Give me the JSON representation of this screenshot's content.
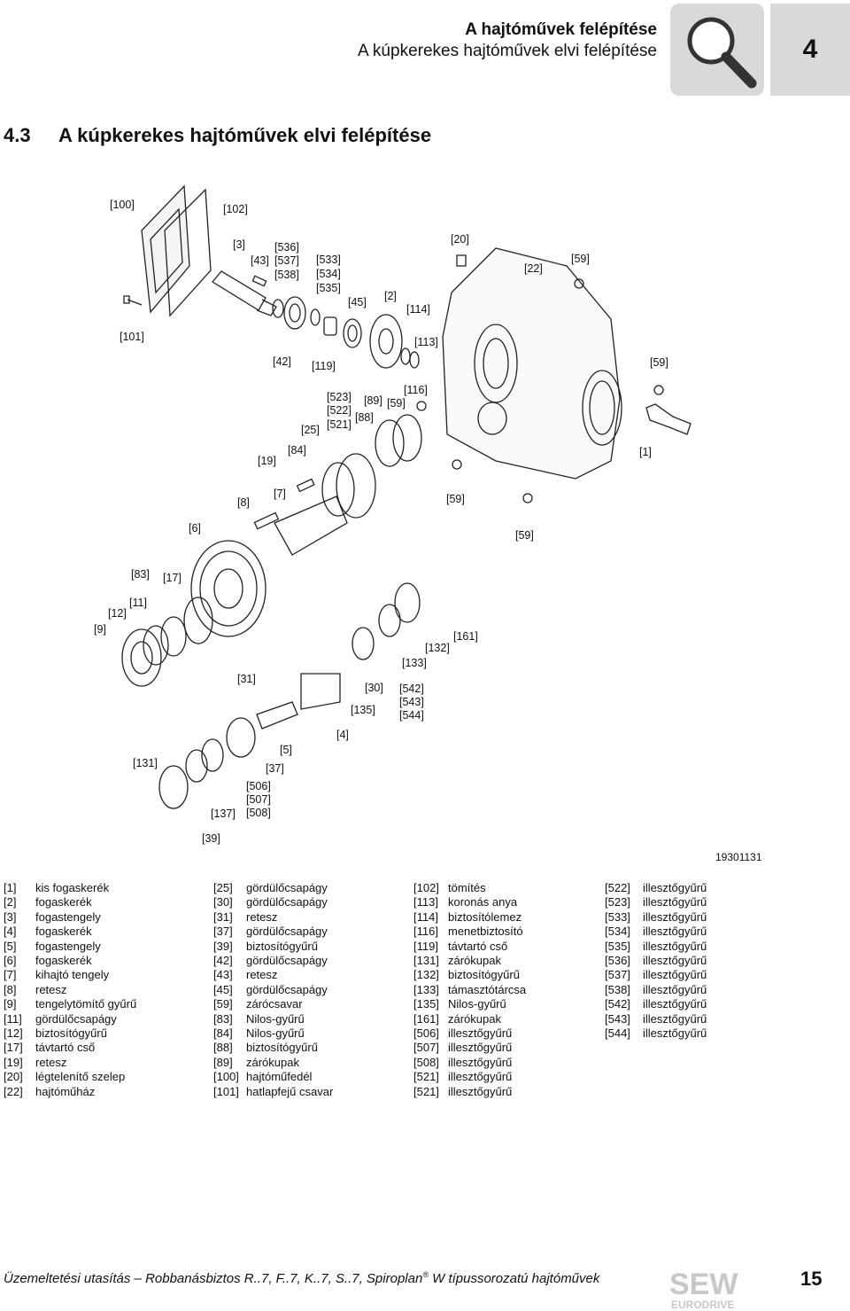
{
  "header": {
    "title": "A hajtóművek felépítése",
    "subtitle": "A kúpkerekes hajtóművek elvi felépítése",
    "chapter": "4"
  },
  "section": {
    "number": "4.3",
    "title": "A kúpkerekes hajtóművek elvi felépítése"
  },
  "figure": {
    "id": "19301131",
    "labels": [
      "[100]",
      "[102]",
      "[3]",
      "[536]",
      "[43]",
      "[537]",
      "[538]",
      "[533]",
      "[534]",
      "[535]",
      "[45]",
      "[2]",
      "[114]",
      "[20]",
      "[22]",
      "[59]",
      "[101]",
      "[42]",
      "[119]",
      "[113]",
      "[59]",
      "[523]",
      "[89]",
      "[59]",
      "[116]",
      "[522]",
      "[88]",
      "[521]",
      "[25]",
      "[84]",
      "[19]",
      "[1]",
      "[7]",
      "[8]",
      "[59]",
      "[6]",
      "[59]",
      "[83]",
      "[17]",
      "[11]",
      "[12]",
      "[9]",
      "[161]",
      "[132]",
      "[133]",
      "[31]",
      "[30]",
      "[542]",
      "[543]",
      "[135]",
      "[544]",
      "[4]",
      "[5]",
      "[131]",
      "[37]",
      "[506]",
      "[507]",
      "[137]",
      "[508]",
      "[39]"
    ]
  },
  "legend": {
    "col1": [
      {
        "key": "[1]",
        "text": "kis fogaskerék"
      },
      {
        "key": "[2]",
        "text": "fogaskerék"
      },
      {
        "key": "[3]",
        "text": "fogastengely"
      },
      {
        "key": "[4]",
        "text": "fogaskerék"
      },
      {
        "key": "[5]",
        "text": "fogastengely"
      },
      {
        "key": "[6]",
        "text": "fogaskerék"
      },
      {
        "key": "[7]",
        "text": "kihajtó tengely"
      },
      {
        "key": "[8]",
        "text": "retesz"
      },
      {
        "key": "[9]",
        "text": "tengelytömítő gyűrű"
      },
      {
        "key": "[11]",
        "text": "gördülőcsapágy"
      },
      {
        "key": "[12]",
        "text": "biztosítógyűrű"
      },
      {
        "key": "[17]",
        "text": "távtartó cső"
      },
      {
        "key": "[19]",
        "text": "retesz"
      },
      {
        "key": "[20]",
        "text": "légtelenítő szelep"
      },
      {
        "key": "[22]",
        "text": "hajtóműház"
      }
    ],
    "col2": [
      {
        "key": "[25]",
        "text": "gördülőcsapágy"
      },
      {
        "key": "[30]",
        "text": "gördülőcsapágy"
      },
      {
        "key": "[31]",
        "text": "retesz"
      },
      {
        "key": "[37]",
        "text": "gördülőcsapágy"
      },
      {
        "key": "[39]",
        "text": "biztosítógyűrű"
      },
      {
        "key": "[42]",
        "text": "gördülőcsapágy"
      },
      {
        "key": "[43]",
        "text": "retesz"
      },
      {
        "key": "[45]",
        "text": "gördülőcsapágy"
      },
      {
        "key": "[59]",
        "text": "zárócsavar"
      },
      {
        "key": "[83]",
        "text": "Nilos-gyűrű"
      },
      {
        "key": "[84]",
        "text": "Nilos-gyűrű"
      },
      {
        "key": "[88]",
        "text": "biztosítógyűrű"
      },
      {
        "key": "[89]",
        "text": "zárókupak"
      },
      {
        "key": "[100]",
        "text": "hajtóműfedél"
      },
      {
        "key": "[101]",
        "text": "hatlapfejű csavar"
      }
    ],
    "col3": [
      {
        "key": "[102]",
        "text": "tömítés"
      },
      {
        "key": "[113]",
        "text": "koronás anya"
      },
      {
        "key": "[114]",
        "text": "biztosítólemez"
      },
      {
        "key": "[116]",
        "text": "menetbiztosító"
      },
      {
        "key": "[119]",
        "text": "távtartó cső"
      },
      {
        "key": "[131]",
        "text": "zárókupak"
      },
      {
        "key": "[132]",
        "text": "biztosítógyűrű"
      },
      {
        "key": "[133]",
        "text": "támasztótárcsa"
      },
      {
        "key": "[135]",
        "text": "Nilos-gyűrű"
      },
      {
        "key": "[161]",
        "text": "zárókupak"
      },
      {
        "key": "[506]",
        "text": "illesztőgyűrű"
      },
      {
        "key": "[507]",
        "text": "illesztőgyűrű"
      },
      {
        "key": "[508]",
        "text": "illesztőgyűrű"
      },
      {
        "key": "[521]",
        "text": "illesztőgyűrű"
      },
      {
        "key": "[521]",
        "text": "illesztőgyűrű"
      }
    ],
    "col4": [
      {
        "key": "[522]",
        "text": "illesztőgyűrű"
      },
      {
        "key": "[523]",
        "text": "illesztőgyűrű"
      },
      {
        "key": "[533]",
        "text": "illesztőgyűrű"
      },
      {
        "key": "[534]",
        "text": "illesztőgyűrű"
      },
      {
        "key": "[535]",
        "text": "illesztőgyűrű"
      },
      {
        "key": "[536]",
        "text": "illesztőgyűrű"
      },
      {
        "key": "[537]",
        "text": "illesztőgyűrű"
      },
      {
        "key": "[538]",
        "text": "illesztőgyűrű"
      },
      {
        "key": "[542]",
        "text": "illesztőgyűrű"
      },
      {
        "key": "[543]",
        "text": "illesztőgyűrű"
      },
      {
        "key": "[544]",
        "text": "illesztőgyűrű"
      }
    ]
  },
  "footer": {
    "text_part1": "Üzemeltetési utasítás – Robbanásbiztos R..7, F..7, K..7, S..7, Spiroplan",
    "registered": "®",
    "text_part2": " W típussorozatú hajtóművek",
    "page": "15",
    "logo_top": "SEW",
    "logo_bottom": "EURODRIVE"
  },
  "icons": {
    "header": "magnifier-icon"
  }
}
